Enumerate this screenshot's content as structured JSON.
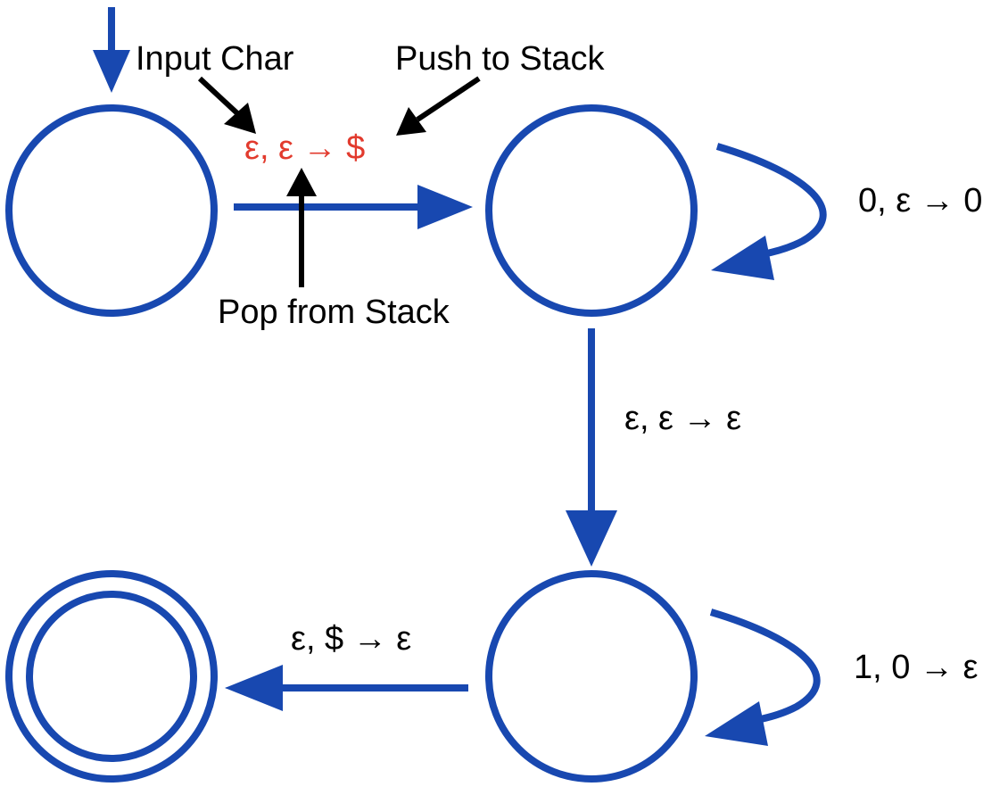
{
  "colors": {
    "machine": "#1848b0",
    "annotation": "#000000",
    "highlight": "#e23b2e",
    "label": "#000000"
  },
  "transitions": {
    "q1_to_q2": "ε, ε → $",
    "q2_loop": "0, ε → 0",
    "q2_to_q3": "ε, ε → ε",
    "q3_loop": "1, 0 → ε",
    "q3_to_q4": "ε, $ → ε"
  },
  "annotations": {
    "input_char": "Input Char",
    "push_to_stack": "Push to Stack",
    "pop_from_stack": "Pop from Stack"
  }
}
